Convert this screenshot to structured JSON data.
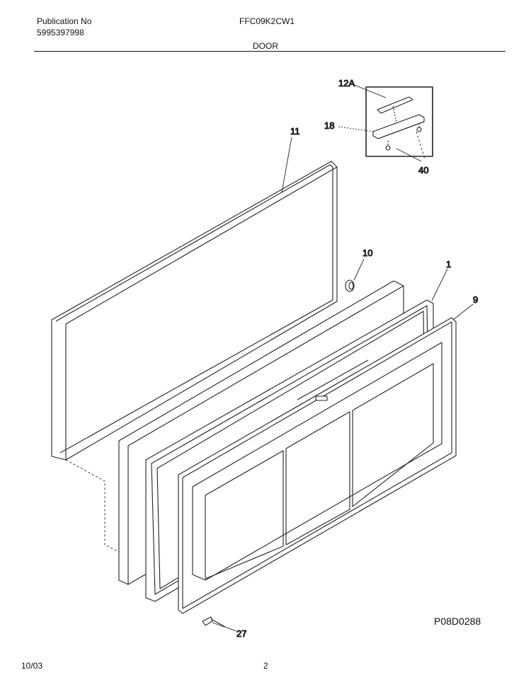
{
  "header": {
    "publication_label": "Publication No",
    "publication_number": "5995397998",
    "model": "FFC09K2CW1",
    "section_title": "DOOR"
  },
  "callouts": [
    {
      "id": "12A"
    },
    {
      "id": "18"
    },
    {
      "id": "40"
    },
    {
      "id": "11"
    },
    {
      "id": "10"
    },
    {
      "id": "1"
    },
    {
      "id": "9"
    },
    {
      "id": "27"
    }
  ],
  "footer": {
    "reference_code": "P08D0288",
    "date": "10/03",
    "page_number": "2"
  }
}
